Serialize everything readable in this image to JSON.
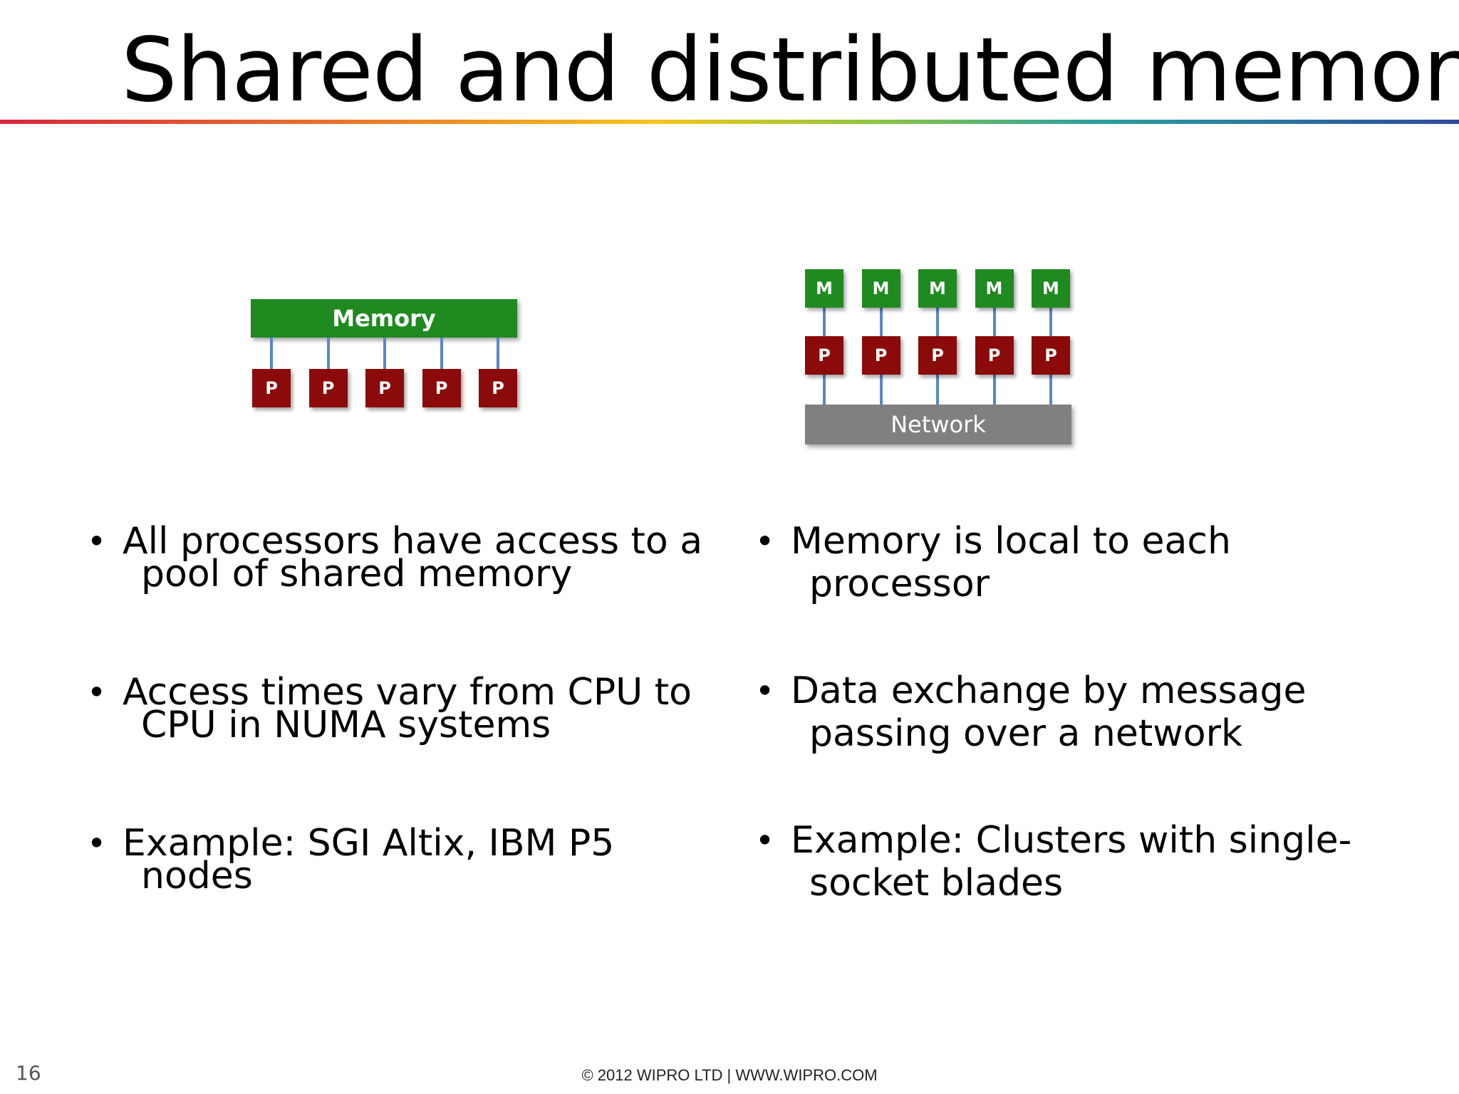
{
  "slide": {
    "title": "Shared and distributed memory",
    "page_number": "16",
    "footer": "© 2012 WIPRO LTD | WWW.WIPRO.COM"
  },
  "shared_diagram": {
    "memory_label": "Memory",
    "processor_label": "P",
    "processor_count": 5
  },
  "distributed_diagram": {
    "memory_label": "M",
    "processor_label": "P",
    "network_label": "Network",
    "node_count": 5
  },
  "left_bullets": [
    {
      "lines": [
        "All processors have access to a",
        "pool of shared memory"
      ]
    },
    {
      "lines": [
        "Access times vary from CPU to",
        "CPU in NUMA systems"
      ]
    },
    {
      "lines": [
        "Example: SGI Altix, IBM P5",
        "nodes"
      ]
    }
  ],
  "right_bullets": [
    {
      "lines": [
        "Memory is local to each",
        "processor"
      ]
    },
    {
      "lines": [
        "Data exchange by message",
        "passing over a network"
      ]
    },
    {
      "lines": [
        "Example: Clusters with single-",
        "socket blades"
      ]
    }
  ],
  "colors": {
    "memory_green": "#1f8a1f",
    "processor_red": "#8b0a0a",
    "network_gray": "#808080",
    "link_blue": "#5b86c8"
  }
}
